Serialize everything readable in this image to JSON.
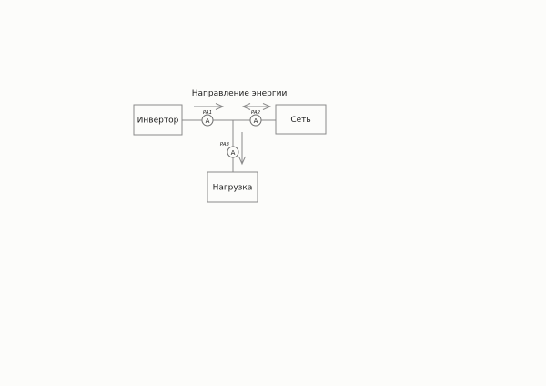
{
  "diagram": {
    "energy_direction_label": "Направление энергии",
    "blocks": {
      "inverter": "Инвертор",
      "grid": "Сеть",
      "load": "Нагрузка"
    },
    "ammeters": {
      "pa1": {
        "label": "PA1",
        "symbol": "A"
      },
      "pa2": {
        "label": "PA2",
        "symbol": "A"
      },
      "pa3": {
        "label": "PA3",
        "symbol": "A"
      }
    },
    "arrows": {
      "inverter_to_grid": "right-arrow",
      "grid_bidirectional": "double-arrow",
      "to_load": "down-arrow"
    },
    "colors": {
      "line": "#8a8a8a",
      "text": "#1c1c1c",
      "background": "#fcfcfa"
    }
  }
}
